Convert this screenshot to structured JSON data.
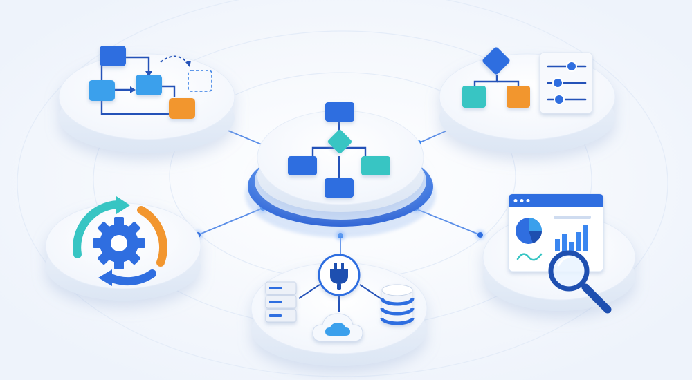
{
  "colors": {
    "background": "#f6f9fe",
    "primary_blue": "#2f6ee0",
    "light_blue": "#3aa0ec",
    "teal": "#37c5c3",
    "orange": "#f2962f",
    "connector": "#4f86e6",
    "platform_top": "#ffffff",
    "platform_side": "#e3ecf8"
  },
  "nodes": [
    {
      "id": "center",
      "icon": "flowchart-icon"
    },
    {
      "id": "top-left",
      "icon": "process-flow-icon"
    },
    {
      "id": "top-right",
      "icon": "decision-tree-settings-icon"
    },
    {
      "id": "left",
      "icon": "gear-sync-icon"
    },
    {
      "id": "bottom",
      "icon": "integration-plug-icon"
    },
    {
      "id": "right",
      "icon": "analytics-dashboard-icon"
    }
  ]
}
